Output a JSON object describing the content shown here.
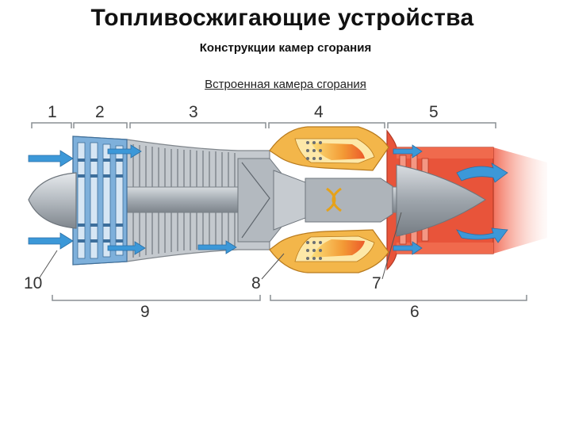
{
  "title": "Топливосжигающие устройства",
  "subtitle": "Конструкции камер сгорания",
  "caption": "Встроенная камера сгорания",
  "labels": [
    "1",
    "2",
    "3",
    "4",
    "5",
    "6",
    "7",
    "8",
    "9",
    "10"
  ],
  "colors": {
    "casing": "#9aa2aa",
    "compressor_blue": "#3f86c7",
    "combustor_orange": "#f2a93b",
    "turbine_red": "#e8543a",
    "exhaust_glow": "#f3826b",
    "arrow_blue": "#3c98d8"
  }
}
